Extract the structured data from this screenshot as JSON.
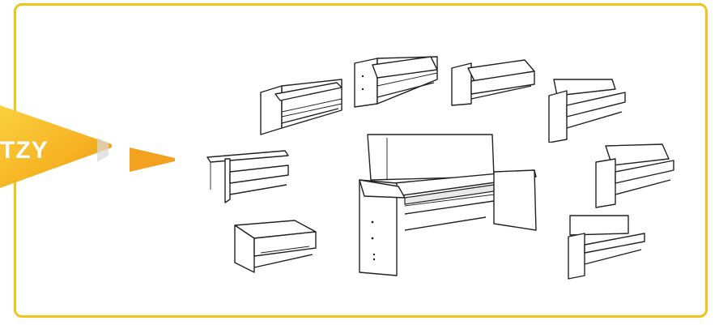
{
  "banner": {
    "label": "TZY",
    "colors": {
      "frame": "#f2c31b",
      "ribbon_light": "#f8c02a",
      "ribbon_dark": "#f0a11a",
      "arrow": "#f3a21f"
    }
  },
  "figures": [
    "sofa-bed-view-1",
    "sofa-bed-view-2",
    "sofa-bed-view-3",
    "sofa-bed-view-4",
    "sofa-bed-view-5",
    "sofa-bed-view-6",
    "sofa-bed-view-7",
    "sofa-bed-view-8",
    "sofa-bed-main-view"
  ]
}
